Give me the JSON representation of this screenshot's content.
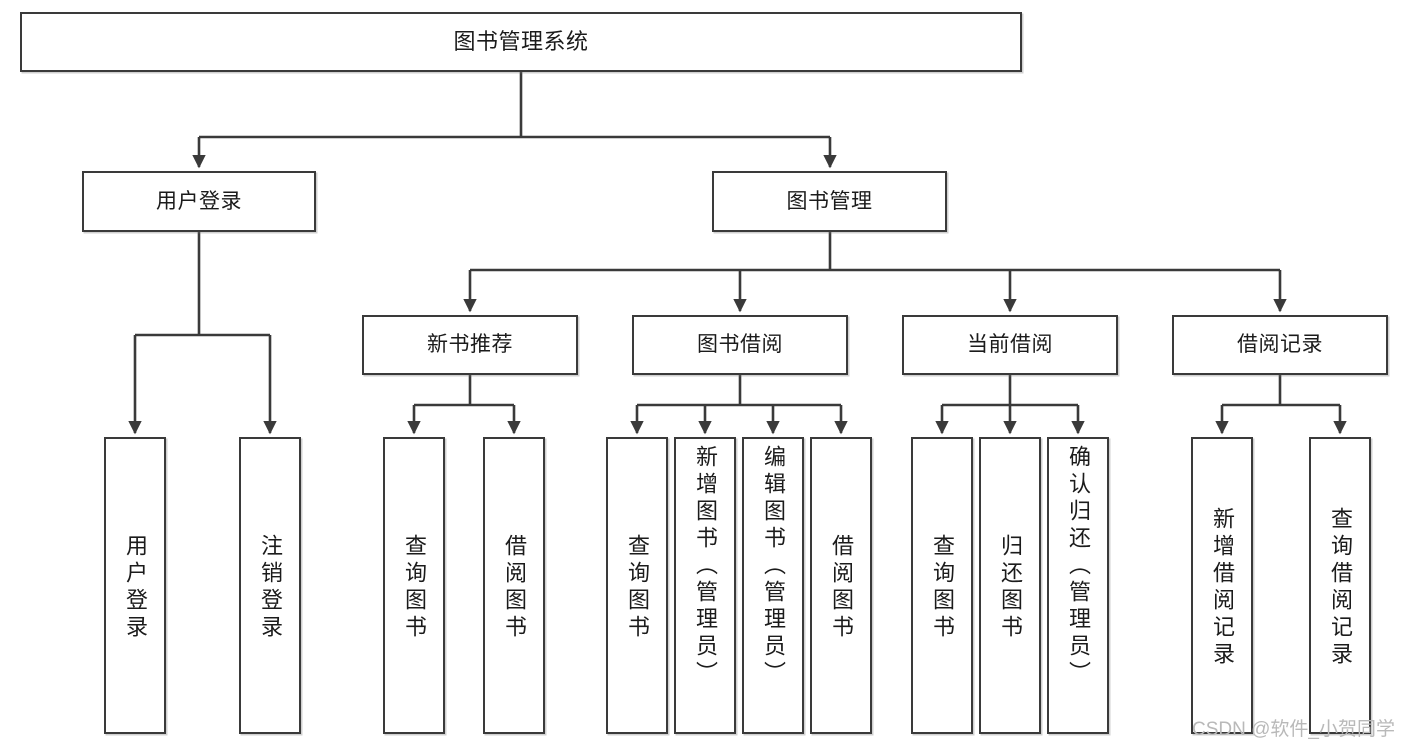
{
  "diagram": {
    "title": "图书管理系统",
    "type": "tree-hierarchy-chart",
    "watermark": "CSDN @软件_小贺同学",
    "colors": {
      "box_border": "#3a3a3a",
      "box_fill": "#ffffff",
      "edge": "#3a3a3a",
      "text": "#1b1b1b",
      "watermark": "#b9b9b9"
    },
    "root": {
      "label": "图书管理系统"
    },
    "level2": [
      {
        "label": "用户登录"
      },
      {
        "label": "图书管理"
      }
    ],
    "level3": [
      {
        "label": "新书推荐"
      },
      {
        "label": "图书借阅"
      },
      {
        "label": "当前借阅"
      },
      {
        "label": "借阅记录"
      }
    ],
    "leaves": {
      "user_login": [
        {
          "label": "用户登录"
        },
        {
          "label": "注销登录"
        }
      ],
      "new_book_recommend": [
        {
          "label": "查询图书"
        },
        {
          "label": "借阅图书"
        }
      ],
      "book_borrow": [
        {
          "label": "查询图书"
        },
        {
          "label": "新增图书（管理员）"
        },
        {
          "label": "编辑图书（管理员）"
        },
        {
          "label": "借阅图书"
        }
      ],
      "current_borrow": [
        {
          "label": "查询图书"
        },
        {
          "label": "归还图书"
        },
        {
          "label": "确认归还（管理员）"
        }
      ],
      "borrow_record": [
        {
          "label": "新增借阅记录"
        },
        {
          "label": "查询借阅记录"
        }
      ]
    }
  }
}
